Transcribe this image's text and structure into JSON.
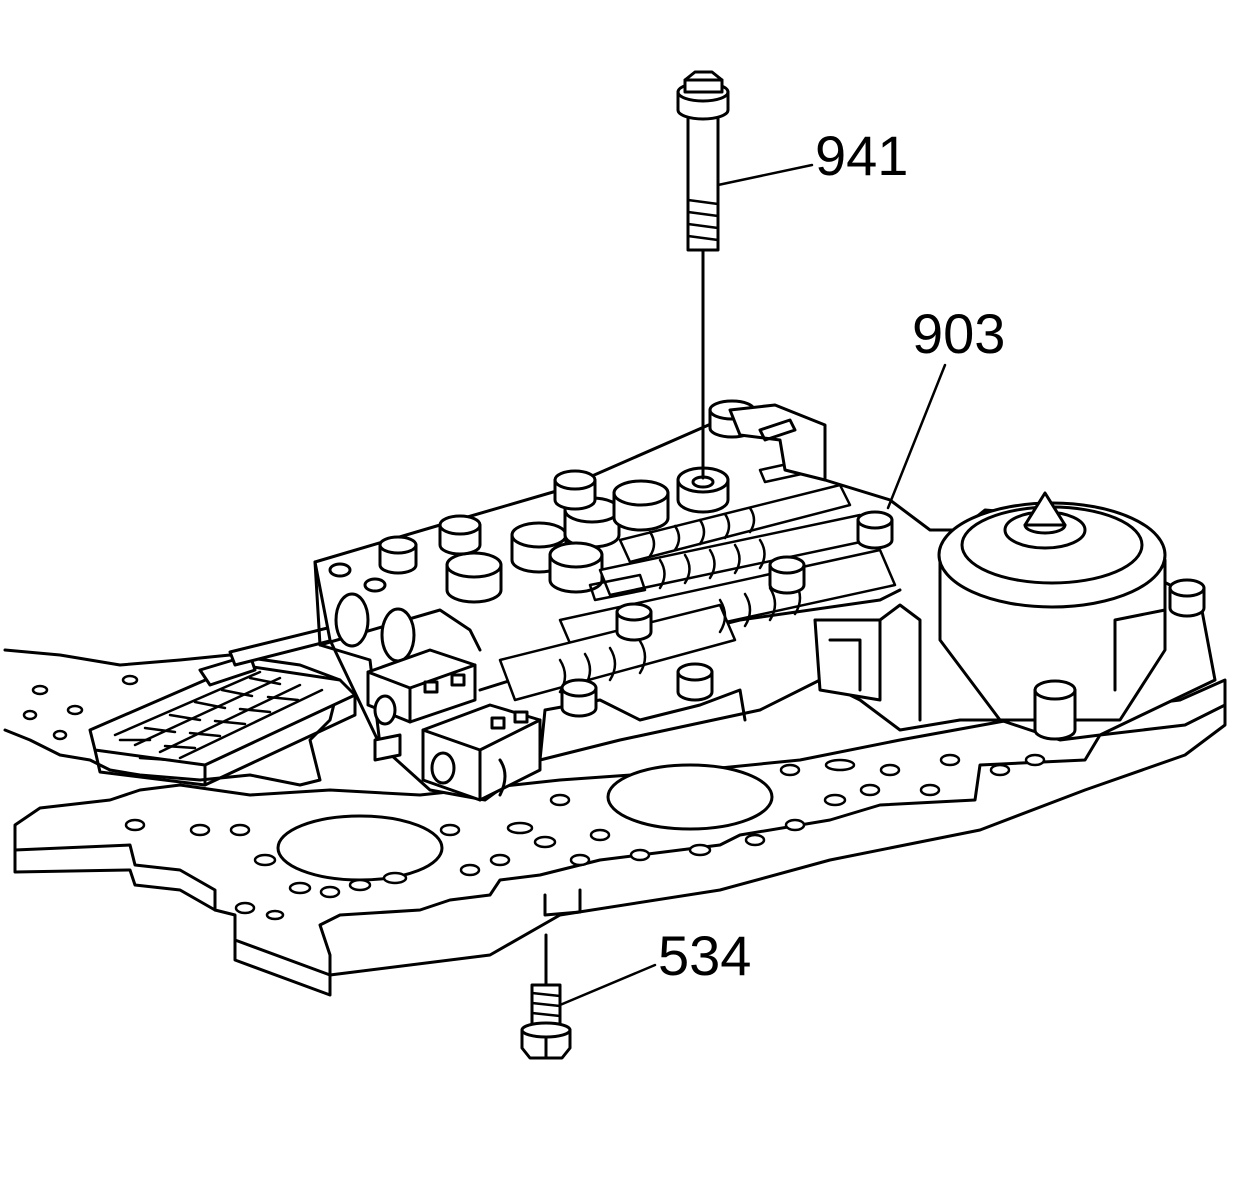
{
  "callouts": [
    {
      "id": "941",
      "label": "941"
    },
    {
      "id": "903",
      "label": "903"
    },
    {
      "id": "534",
      "label": "534"
    }
  ],
  "colors": {
    "line": "#000000",
    "background": "#ffffff"
  }
}
